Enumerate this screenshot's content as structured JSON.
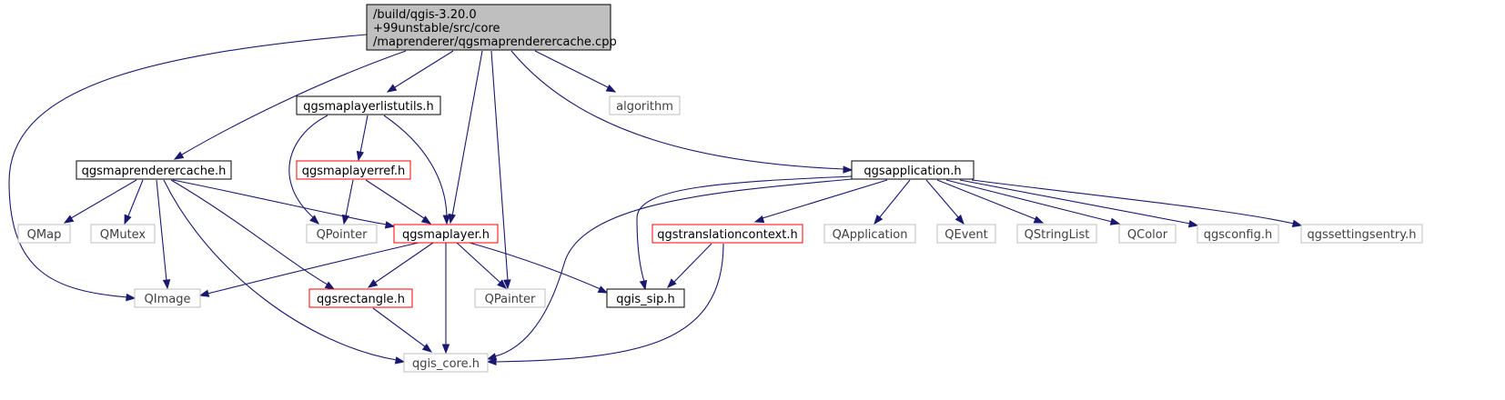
{
  "colors": {
    "edge": "#191970",
    "root_fill": "#bfbfbf",
    "documented_border": "#000000",
    "truncated_border": "#ff0000",
    "external_border": "#bfbfbf"
  },
  "nodes": [
    {
      "id": "root",
      "lines": [
        "/build/qgis-3.20.0",
        "+99unstable/src/core",
        "/maprenderer/qgsmaprenderercache.cpp"
      ],
      "kind": "root"
    },
    {
      "id": "qgsmaplayerlistutils",
      "lines": [
        "qgsmaplayerlistutils.h"
      ],
      "kind": "documented"
    },
    {
      "id": "algorithm",
      "lines": [
        "algorithm"
      ],
      "kind": "external"
    },
    {
      "id": "qgsmaprenderercache",
      "lines": [
        "qgsmaprenderercache.h"
      ],
      "kind": "documented"
    },
    {
      "id": "qgsmaplayerref",
      "lines": [
        "qgsmaplayerref.h"
      ],
      "kind": "truncated"
    },
    {
      "id": "qgsapplication",
      "lines": [
        "qgsapplication.h"
      ],
      "kind": "documented"
    },
    {
      "id": "QMap",
      "lines": [
        "QMap"
      ],
      "kind": "external"
    },
    {
      "id": "QMutex",
      "lines": [
        "QMutex"
      ],
      "kind": "external"
    },
    {
      "id": "QPointer",
      "lines": [
        "QPointer"
      ],
      "kind": "external"
    },
    {
      "id": "qgsmaplayer",
      "lines": [
        "qgsmaplayer.h"
      ],
      "kind": "truncated"
    },
    {
      "id": "qgstranslationcontext",
      "lines": [
        "qgstranslationcontext.h"
      ],
      "kind": "truncated"
    },
    {
      "id": "QApplication",
      "lines": [
        "QApplication"
      ],
      "kind": "external"
    },
    {
      "id": "QEvent",
      "lines": [
        "QEvent"
      ],
      "kind": "external"
    },
    {
      "id": "QStringList",
      "lines": [
        "QStringList"
      ],
      "kind": "external"
    },
    {
      "id": "QColor",
      "lines": [
        "QColor"
      ],
      "kind": "external"
    },
    {
      "id": "qgsconfig",
      "lines": [
        "qgsconfig.h"
      ],
      "kind": "external"
    },
    {
      "id": "qgssettingsentry",
      "lines": [
        "qgssettingsentry.h"
      ],
      "kind": "external"
    },
    {
      "id": "QImage",
      "lines": [
        "QImage"
      ],
      "kind": "external"
    },
    {
      "id": "qgsrectangle",
      "lines": [
        "qgsrectangle.h"
      ],
      "kind": "truncated"
    },
    {
      "id": "QPainter",
      "lines": [
        "QPainter"
      ],
      "kind": "external"
    },
    {
      "id": "qgis_sip",
      "lines": [
        "qgis_sip.h"
      ],
      "kind": "documented"
    },
    {
      "id": "qgis_core",
      "lines": [
        "qgis_core.h"
      ],
      "kind": "external"
    }
  ]
}
